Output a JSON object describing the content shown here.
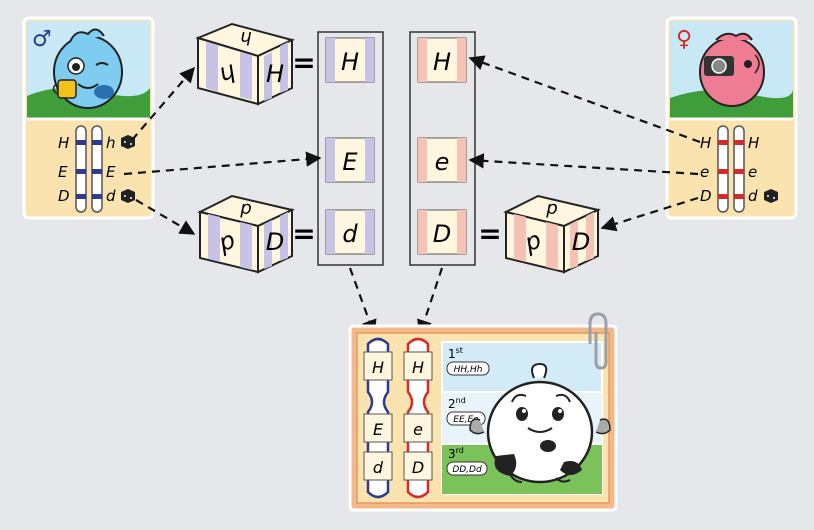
{
  "colors": {
    "background": "#e5e7ea",
    "card_fill": "#fbe3b0",
    "card_border": "#ffffff",
    "male_chromosome": "#2e3a8c",
    "female_chromosome": "#d42a2a",
    "male_die_stripe": "#c8c3e4",
    "female_die_stripe": "#f6c2b6",
    "die_face": "#fff6e0",
    "result_frame": "#f0a86b",
    "result_panel": "#d2ebf6",
    "grass": "#3f9d3a"
  },
  "male_parent": {
    "symbol": "♂",
    "alleles": [
      {
        "left": "H",
        "right": "h",
        "has_die": true
      },
      {
        "left": "E",
        "right": "E",
        "has_die": false
      },
      {
        "left": "D",
        "right": "d",
        "has_die": true
      }
    ]
  },
  "female_parent": {
    "symbol": "♀",
    "alleles": [
      {
        "left": "H",
        "right": "H",
        "has_die": false
      },
      {
        "left": "e",
        "right": "e",
        "has_die": false
      },
      {
        "left": "D",
        "right": "d",
        "has_die": true
      }
    ]
  },
  "dice": {
    "male_h": {
      "top": "h",
      "left": "h",
      "front": "H"
    },
    "male_d": {
      "top": "d",
      "left": "d",
      "front": "D"
    },
    "female_d": {
      "top": "d",
      "left": "d",
      "front": "D"
    }
  },
  "equals_sign": "=",
  "gametes": {
    "male": [
      "H",
      "E",
      "d"
    ],
    "female": [
      "H",
      "e",
      "D"
    ]
  },
  "offspring": {
    "male_chromosome": [
      "H",
      "E",
      "d"
    ],
    "female_chromosome": [
      "H",
      "e",
      "D"
    ],
    "rows": [
      {
        "ordinal": "1",
        "suffix": "st",
        "genotypes": "HH,Hh"
      },
      {
        "ordinal": "2",
        "suffix": "nd",
        "genotypes": "EE,Ee"
      },
      {
        "ordinal": "3",
        "suffix": "rd",
        "genotypes": "DD,Dd"
      }
    ]
  }
}
